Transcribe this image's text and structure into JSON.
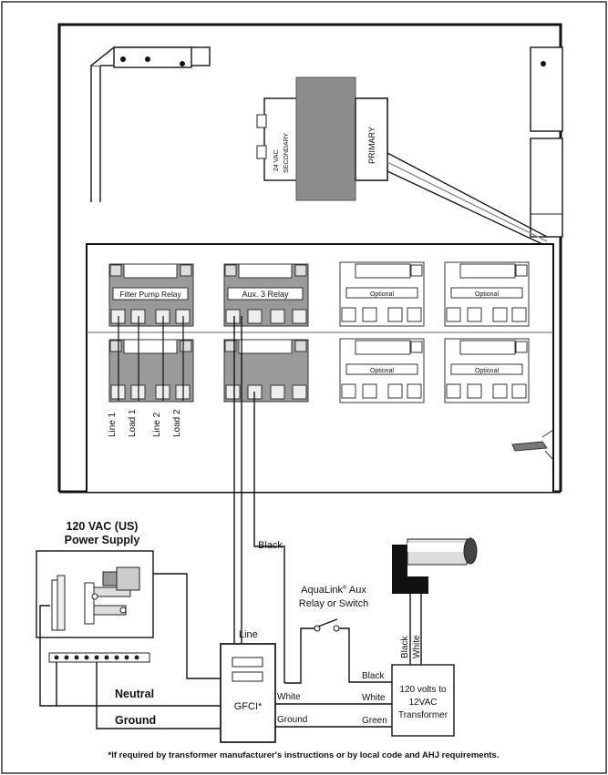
{
  "transformer": {
    "secondary_line1": "24 VAC",
    "secondary_line2": "SECONDARY",
    "primary": "PRIMARY"
  },
  "relays": {
    "filter_pump": "Filter Pump Relay",
    "aux3": "Aux. 3 Relay",
    "optional": "Optional"
  },
  "terminals": {
    "line1": "Line 1",
    "load1": "Load 1",
    "line2": "Line 2",
    "load2": "Load 2"
  },
  "power_supply": {
    "title_line1": "120 VAC (US)",
    "title_line2": "Power Supply",
    "neutral": "Neutral",
    "ground": "Ground"
  },
  "wires": {
    "black": "Black",
    "white": "White",
    "green": "Green",
    "ground": "Ground",
    "line": "Line"
  },
  "aqualink": {
    "line1": "AquaLink",
    "reg": "®",
    "line1_rest": " Aux",
    "line2": "Relay or Switch"
  },
  "gfci": {
    "label": "GFCI*"
  },
  "lv_transformer": {
    "line1": "120 volts to",
    "line2": "12VAC",
    "line3": "Transformer"
  },
  "light_leads": {
    "black": "Black",
    "white": "White"
  },
  "footnote": "*If required by transformer manufacturer's instructions or by local code and AHJ requirements."
}
